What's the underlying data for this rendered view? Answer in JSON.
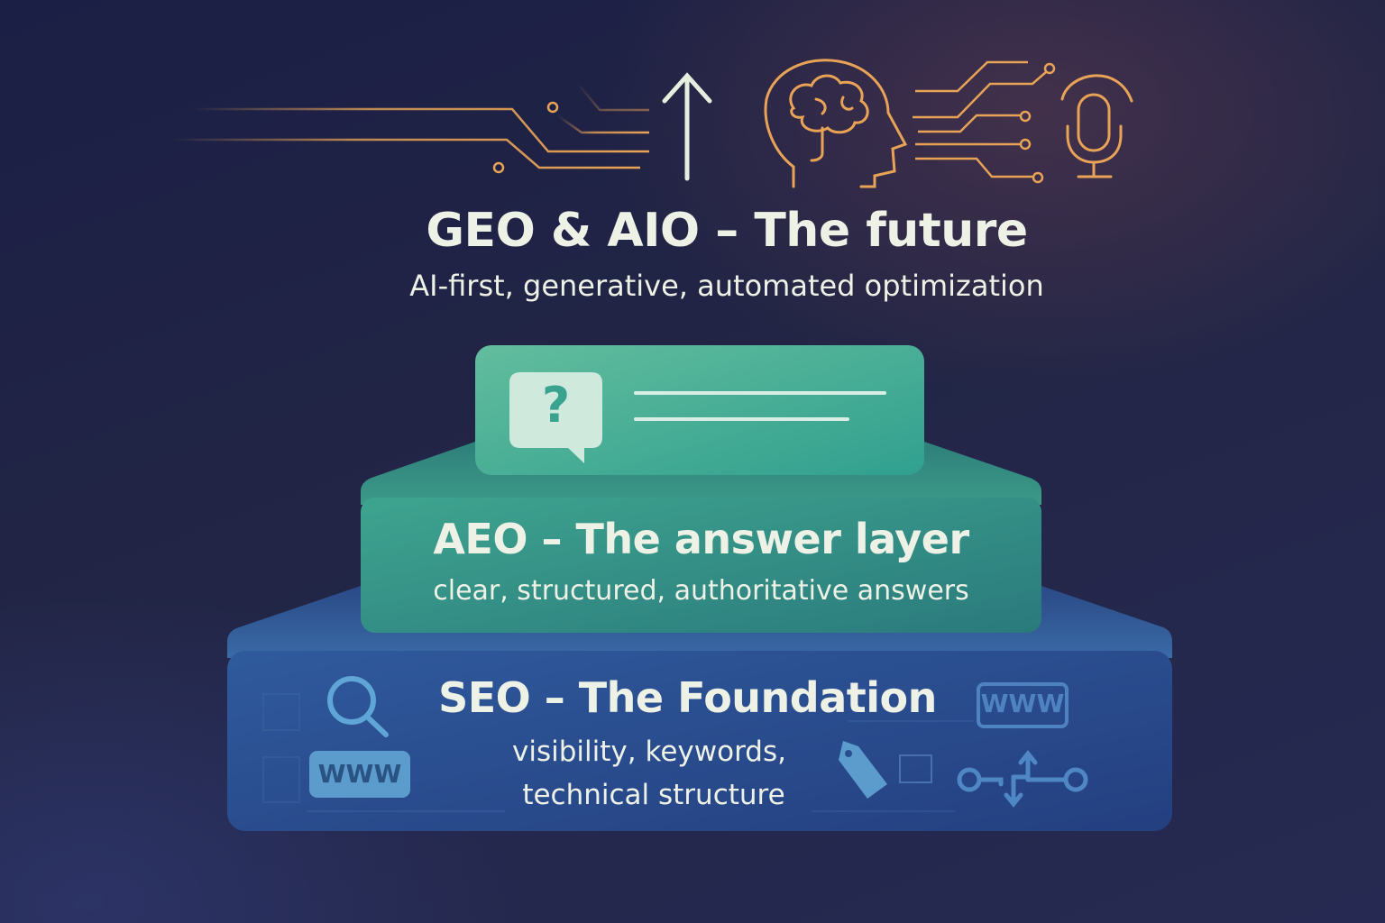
{
  "top": {
    "title": "GEO & AIO – The future",
    "subtitle": "AI-first, generative, automated optimization",
    "icons": [
      "circuit-lines-icon",
      "up-arrow-icon",
      "brain-head-icon",
      "microphone-icon"
    ]
  },
  "answer_card": {
    "icon": "question-bubble-icon",
    "question_mark": "?"
  },
  "aeo": {
    "title": "AEO – The answer layer",
    "subtitle": "clear, structured, authoritative answers"
  },
  "seo": {
    "title": "SEO – The Foundation",
    "subtitle_line1": "visibility, keywords,",
    "subtitle_line2": "technical structure",
    "www_label": "WWW",
    "icons": [
      "search-icon",
      "www-badge-icon",
      "tag-icon",
      "www-outline-icon",
      "flow-icon"
    ]
  },
  "colors": {
    "accent_orange": "#e8a356",
    "teal": "#3aa38f",
    "blue": "#2b4f91",
    "text": "#eef2e6"
  }
}
